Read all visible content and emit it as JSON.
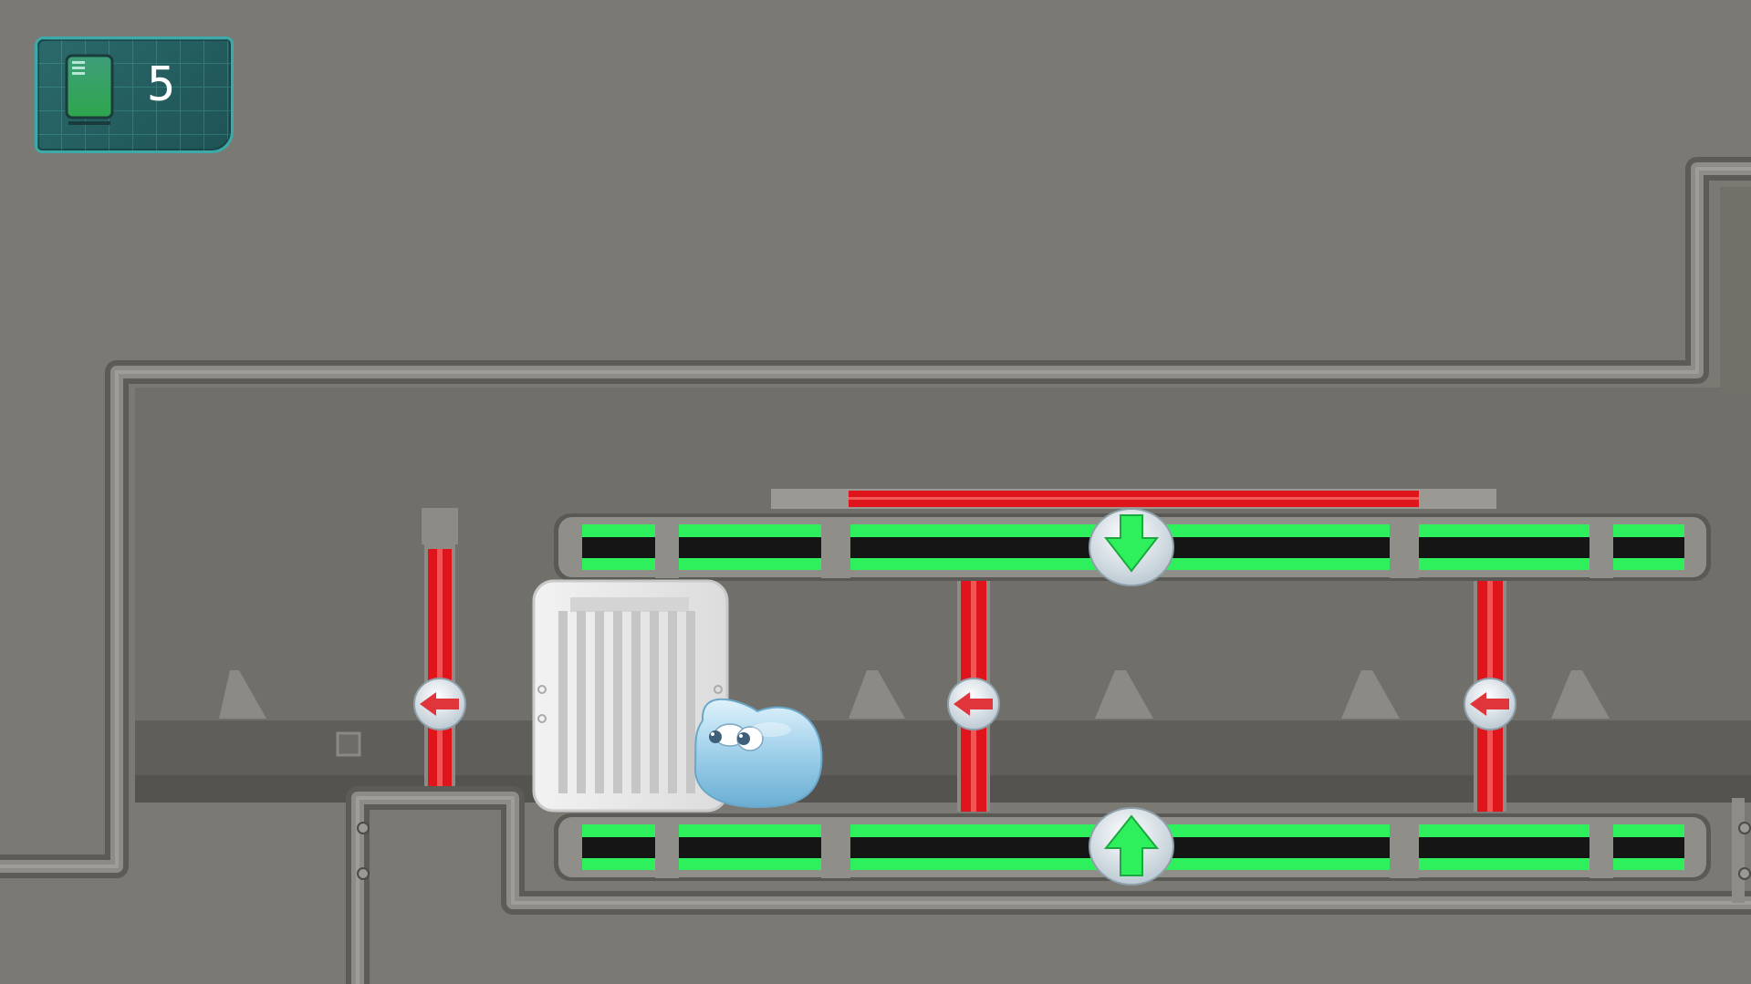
{
  "hud": {
    "card_count": "5",
    "card_icon": "card-icon"
  },
  "level": {
    "colors": {
      "background": "#7a7974",
      "wall": "#8a8984",
      "laser_red": "#e0151b",
      "platform_green": "#2ef05c",
      "hud_teal": "#1e5354"
    },
    "gravity_switches": [
      {
        "id": "top",
        "direction": "down"
      },
      {
        "id": "bottom",
        "direction": "up"
      }
    ],
    "direction_switches": [
      {
        "id": "left",
        "direction": "left"
      },
      {
        "id": "middle",
        "direction": "left"
      },
      {
        "id": "right",
        "direction": "left"
      }
    ],
    "objects": [
      "crate",
      "water-blob-character"
    ]
  }
}
